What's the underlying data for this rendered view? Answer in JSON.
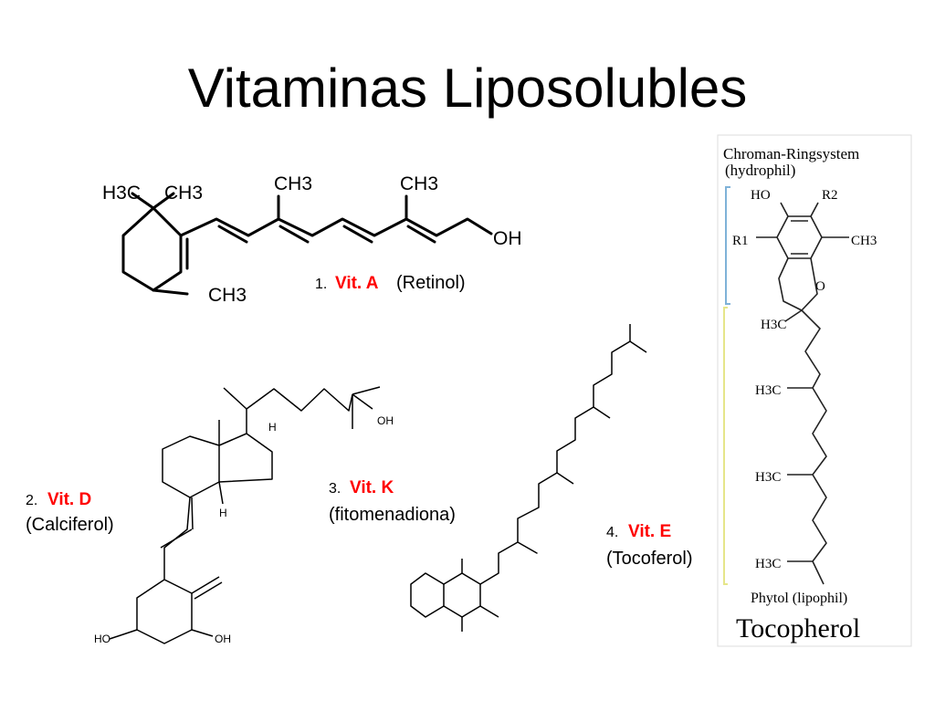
{
  "slide": {
    "title": "Vitaminas Liposolubles"
  },
  "vit_a": {
    "number": "1.",
    "vitamin": "Vit. A",
    "name": "(Retinol)",
    "atoms": {
      "h3c": "H3C",
      "ch3_left": "CH3",
      "ch3_mid": "CH3",
      "ch3_right": "CH3",
      "ch3_ring": "CH3",
      "oh": "OH"
    }
  },
  "vit_d": {
    "number": "2.",
    "vitamin": "Vit. D",
    "name": "(Calciferol)",
    "atoms": {
      "oh_top": "OH",
      "h_upper": "H",
      "h_lower": "H",
      "ho": "HO",
      "oh_bottom": "OH"
    }
  },
  "vit_k": {
    "number": "3.",
    "vitamin": "Vit. K",
    "name": "(fitomenadiona)"
  },
  "vit_e": {
    "number": "4.",
    "vitamin": "Vit. E",
    "name": "(Tocoferol)",
    "labels": {
      "chroman": "Chroman-Ringsystem",
      "hydrophil": "(hydrophil)",
      "ho": "HO",
      "r2": "R2",
      "r1": "R1",
      "ch3": "CH3",
      "o": "O",
      "h3c": "H3C",
      "phytol": "Phytol (lipophil)",
      "tocopherol": "Tocopherol"
    }
  },
  "colors": {
    "accent": "#ff0000",
    "bracket_blue": "#7fb2d8",
    "bracket_yellow": "#e6e68a"
  }
}
